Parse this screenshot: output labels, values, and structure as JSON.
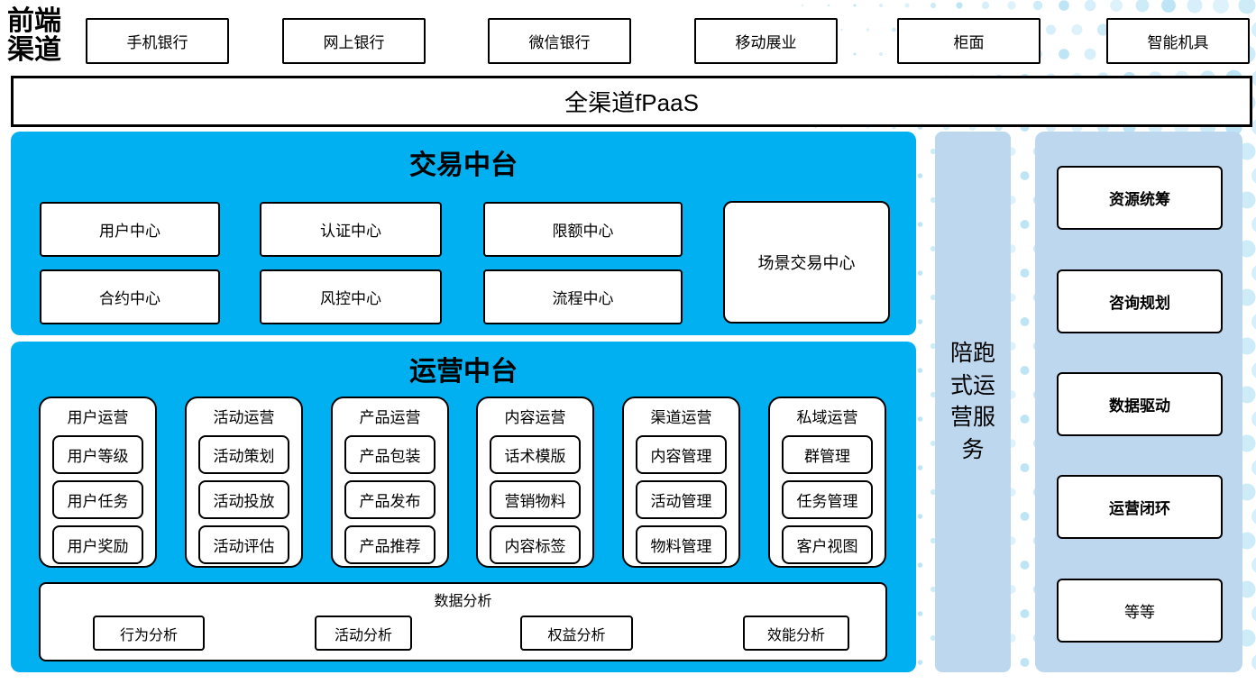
{
  "header": {
    "front_channel_label": "前端渠道",
    "channels": [
      "手机银行",
      "网上银行",
      "微信银行",
      "移动展业",
      "柜面",
      "智能机具"
    ],
    "fpaas_label": "全渠道fPaaS"
  },
  "transaction_platform": {
    "title": "交易中台",
    "row1": [
      "用户中心",
      "认证中心",
      "限额中心"
    ],
    "row2": [
      "合约中心",
      "风控中心",
      "流程中心"
    ],
    "scene_center": "场景交易中心"
  },
  "operation_platform": {
    "title": "运营中台",
    "columns": [
      {
        "header": "用户运营",
        "items": [
          "用户等级",
          "用户任务",
          "用户奖励"
        ]
      },
      {
        "header": "活动运营",
        "items": [
          "活动策划",
          "活动投放",
          "活动评估"
        ]
      },
      {
        "header": "产品运营",
        "items": [
          "产品包装",
          "产品发布",
          "产品推荐"
        ]
      },
      {
        "header": "内容运营",
        "items": [
          "话术模版",
          "营销物料",
          "内容标签"
        ]
      },
      {
        "header": "渠道运营",
        "items": [
          "内容管理",
          "活动管理",
          "物料管理"
        ]
      },
      {
        "header": "私域运营",
        "items": [
          "群管理",
          "任务管理",
          "客户视图"
        ]
      }
    ],
    "data_analysis": {
      "title": "数据分析",
      "items": [
        "行为分析",
        "活动分析",
        "权益分析",
        "效能分析"
      ]
    }
  },
  "side_band": {
    "label": "陪跑式运营服务"
  },
  "right_panel": {
    "items": [
      "资源统筹",
      "咨询规划",
      "数据驱动",
      "运营闭环",
      "等等"
    ]
  },
  "colors": {
    "platform_blue": "#00B0F0",
    "panel_light_blue": "#BDD7EE",
    "dot_blue": "#8ED3F0",
    "border_black": "#000000"
  }
}
